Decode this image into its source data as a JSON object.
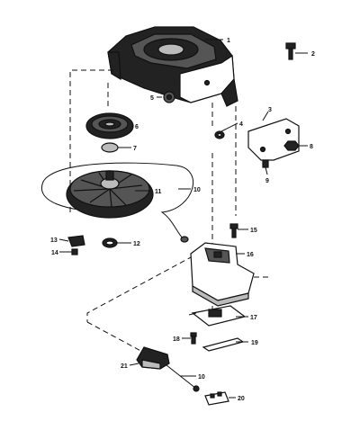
{
  "diagram": {
    "callouts": [
      {
        "id": "1",
        "text": "1"
      },
      {
        "id": "2",
        "text": "2"
      },
      {
        "id": "3",
        "text": "3"
      },
      {
        "id": "4",
        "text": "4"
      },
      {
        "id": "5",
        "text": "5"
      },
      {
        "id": "6",
        "text": "6"
      },
      {
        "id": "7",
        "text": "7"
      },
      {
        "id": "8",
        "text": "8"
      },
      {
        "id": "9",
        "text": "9"
      },
      {
        "id": "10a",
        "text": "10"
      },
      {
        "id": "11",
        "text": "11"
      },
      {
        "id": "12",
        "text": "12"
      },
      {
        "id": "13",
        "text": "13"
      },
      {
        "id": "14",
        "text": "14"
      },
      {
        "id": "15",
        "text": "15"
      },
      {
        "id": "16",
        "text": "16"
      },
      {
        "id": "17",
        "text": "17"
      },
      {
        "id": "18",
        "text": "18"
      },
      {
        "id": "19",
        "text": "19"
      },
      {
        "id": "10b",
        "text": "10"
      },
      {
        "id": "20",
        "text": "20"
      },
      {
        "id": "21",
        "text": "21"
      }
    ]
  }
}
